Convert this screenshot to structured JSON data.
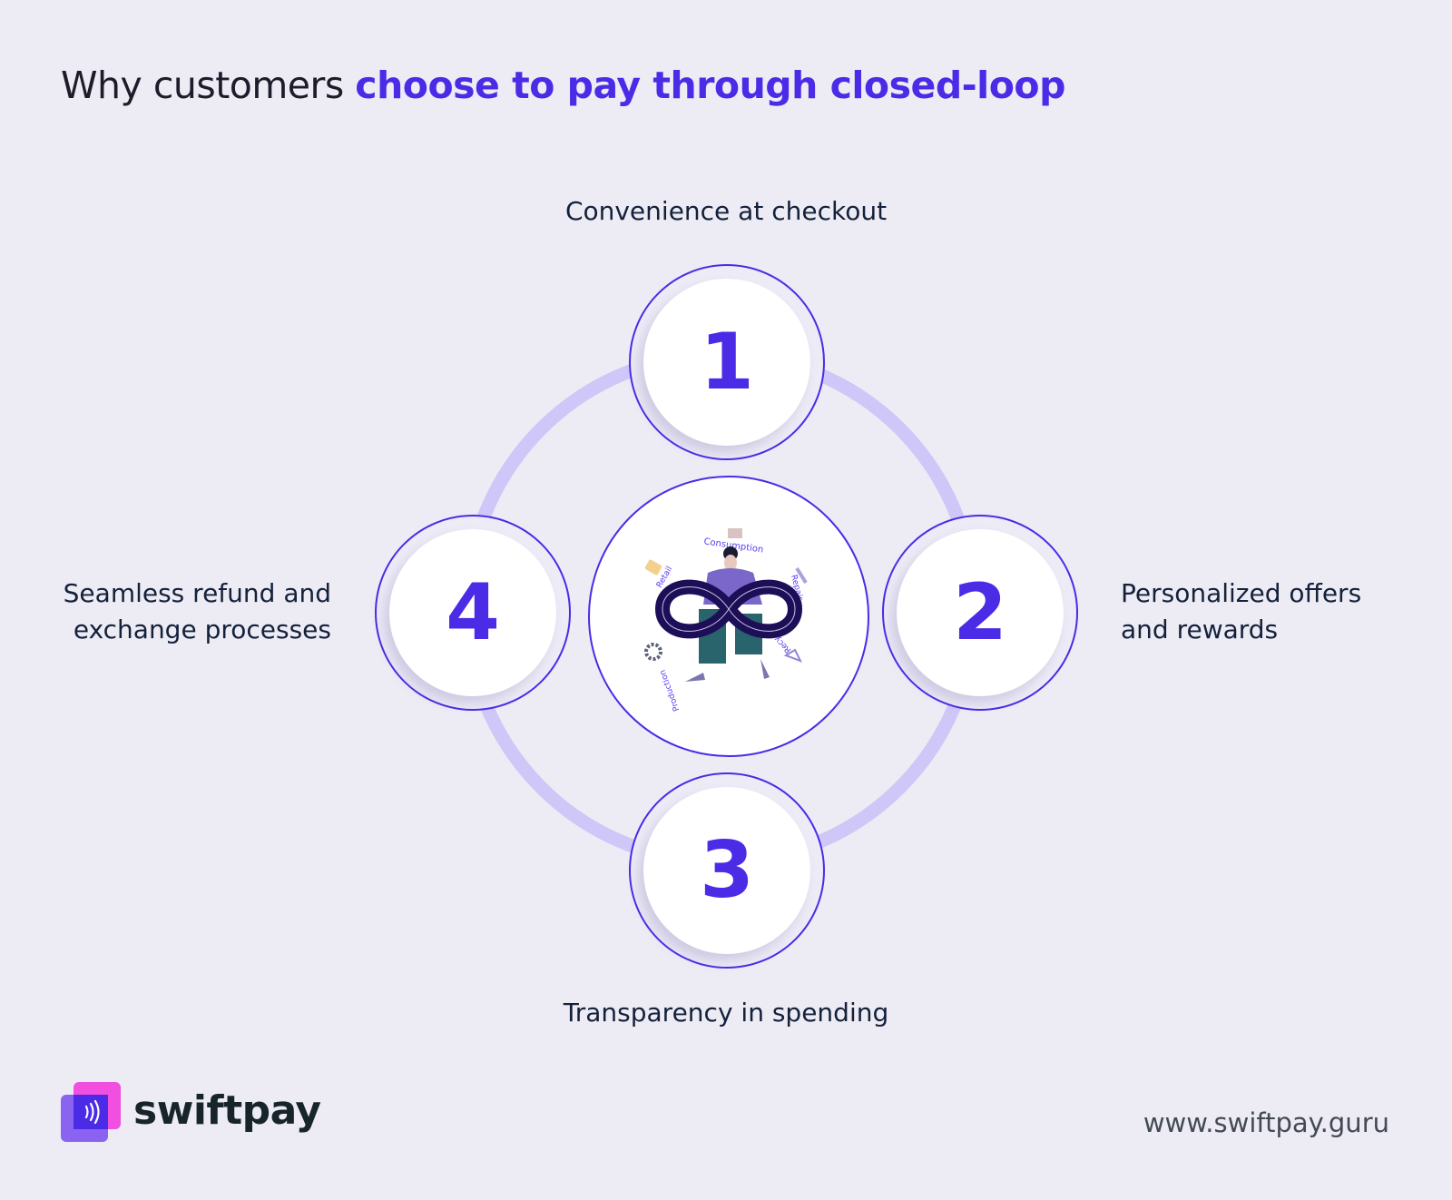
{
  "title": {
    "prefix": "Why customers ",
    "highlight": "choose to pay through closed-loop"
  },
  "steps": [
    {
      "number": "1",
      "label": "Convenience at checkout"
    },
    {
      "number": "2",
      "label_lines": [
        "Personalized offers",
        "and rewards"
      ]
    },
    {
      "number": "3",
      "label": "Transparency in spending"
    },
    {
      "number": "4",
      "label_lines": [
        "Seamless refund and",
        "exchange processes"
      ]
    }
  ],
  "illustration": {
    "labels": [
      "Consumption",
      "Retail",
      "Repair",
      "Production",
      "Recycle"
    ]
  },
  "footer": {
    "brand": "swiftpay",
    "url": "www.swiftpay.guru"
  },
  "colors": {
    "accent": "#4b2be6",
    "ring": "#cfc7f8",
    "background": "#edecf5",
    "logo_pink": "#f04fe0",
    "logo_purple": "#8a63f0"
  }
}
